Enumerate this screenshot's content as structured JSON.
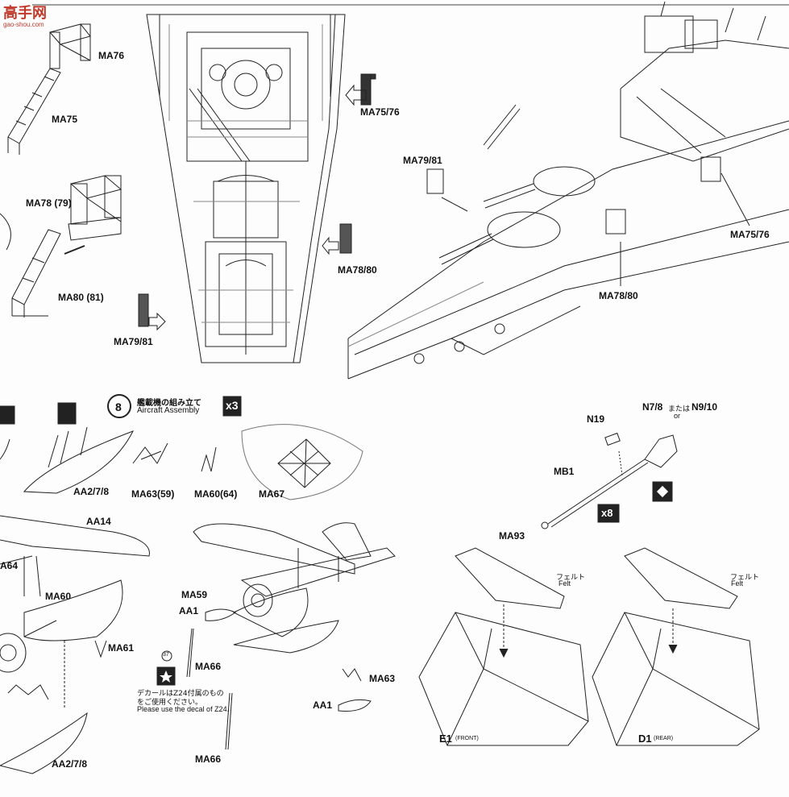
{
  "watermark": {
    "text": "高手网",
    "subtext": "gao-shou.com"
  },
  "top": {
    "ma76": "MA76",
    "ma75": "MA75",
    "ma78_79": "MA78 (79)",
    "ma80_81": "MA80 (81)",
    "ma79_81_left": "MA79/81",
    "ma75_76_center": "MA75/76",
    "ma78_80_center": "MA78/80",
    "ma79_81_right": "MA79/81",
    "ma75_76_right": "MA75/76",
    "ma78_80_right": "MA78/80"
  },
  "step8": {
    "number": "8",
    "title_jp": "艦載機の組み立て",
    "title_en": "Aircraft Assembly",
    "multiplier": "x3"
  },
  "aircraft": {
    "aa2_7_8_top": "AA2/7/8",
    "ma63_59": "MA63(59)",
    "ma60_64": "MA60(64)",
    "ma67": "MA67",
    "aa14": "AA14",
    "a64": "A64",
    "ma60": "MA60",
    "ma61": "MA61",
    "aa2_7_8_bottom": "AA2/7/8",
    "ma59": "MA59",
    "aa1_left": "AA1",
    "ma66_mid": "MA66",
    "ma63": "MA63",
    "aa1_right": "AA1",
    "ma66_bottom": "MA66",
    "small_number": "37",
    "decal_note_jp_1": "デカールはZ24付属のもの",
    "decal_note_jp_2": "をご使用ください。",
    "decal_note_en": "Please use the decal of Z24."
  },
  "gun": {
    "n7_8": "N7/8",
    "or_jp": "または",
    "n9_10": "N9/10",
    "or_en": "or",
    "n19": "N19",
    "mb1": "MB1",
    "multiplier": "x8"
  },
  "stands": {
    "ma93": "MA93",
    "felt_jp_left": "フェルト",
    "felt_en_left": "Felt",
    "felt_jp_right": "フェルト",
    "felt_en_right": "Felt",
    "e1": "E1",
    "e1_sub": "(FRONT)",
    "d1": "D1",
    "d1_sub": "(REAR)"
  }
}
